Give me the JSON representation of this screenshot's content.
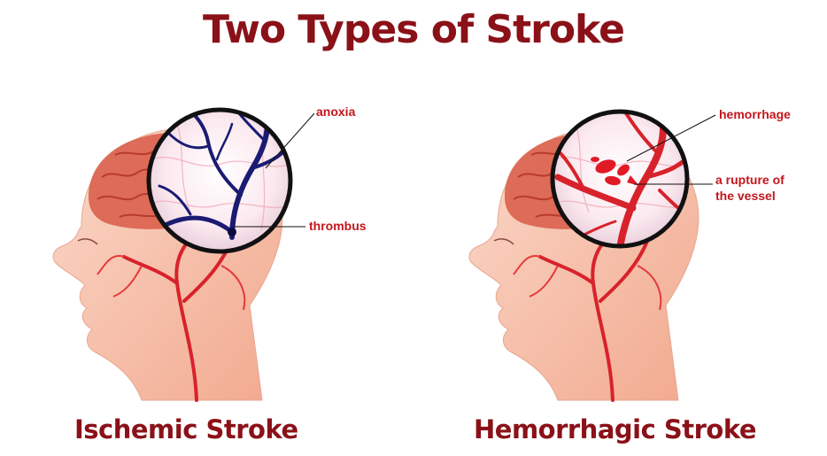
{
  "title": "Two Types of Stroke",
  "panels": [
    {
      "caption": "Ischemic Stroke",
      "labels": [
        "anoxia",
        "thrombus"
      ]
    },
    {
      "caption": "Hemorrhagic Stroke",
      "labels": [
        "hemorrhage",
        "a rupture of",
        "the vessel"
      ]
    }
  ],
  "colors": {
    "title": "#8b1118",
    "label": "#c3161c",
    "skin": "#f6c7b3",
    "brain": "#d9604c",
    "vessel_red": "#d8222b",
    "thrombus_blue": "#1b1b73"
  }
}
